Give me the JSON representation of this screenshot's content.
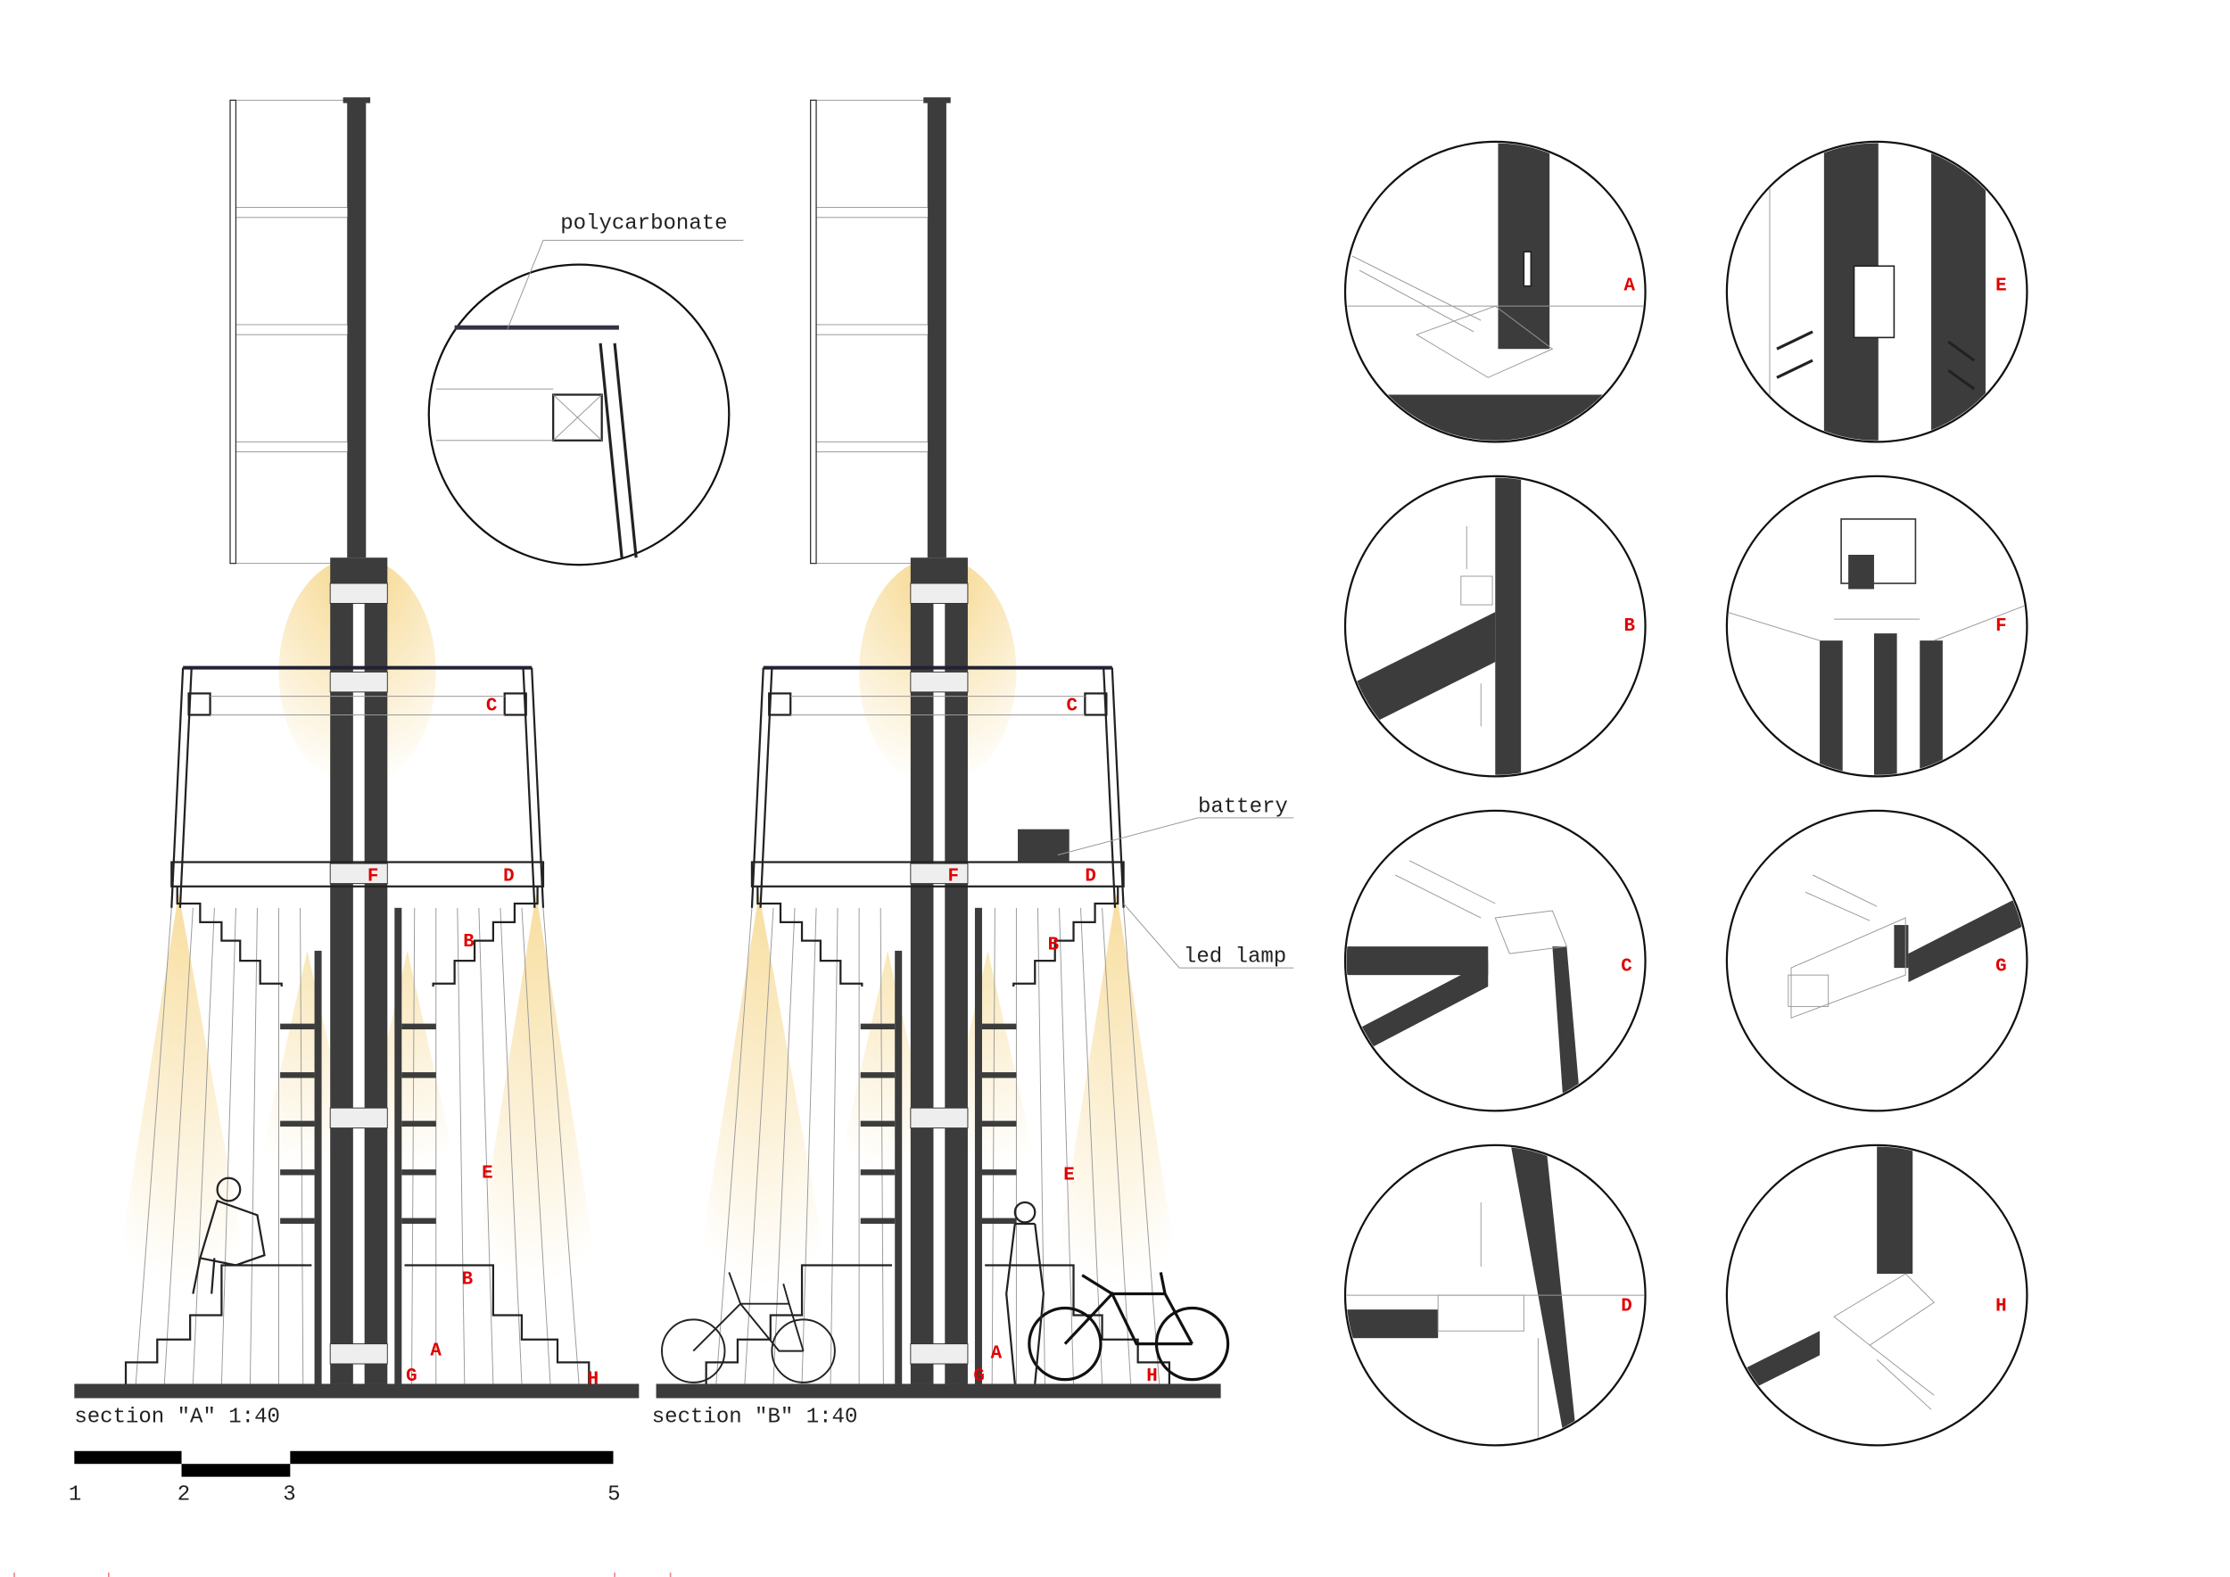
{
  "sections": [
    {
      "title": "section \"A\" 1:40"
    },
    {
      "title": "section \"B\" 1:40"
    }
  ],
  "annotations": {
    "polycarbonate": "polycarbonate",
    "battery": "battery",
    "led_lamp": "led lamp"
  },
  "section_markers": [
    "A",
    "B",
    "C",
    "D",
    "E",
    "F",
    "G",
    "H"
  ],
  "scale_bar": {
    "ticks": [
      "1",
      "2",
      "3",
      "5"
    ]
  },
  "details": [
    {
      "label": "A"
    },
    {
      "label": "E"
    },
    {
      "label": "B"
    },
    {
      "label": "F"
    },
    {
      "label": "C"
    },
    {
      "label": "G"
    },
    {
      "label": "D"
    },
    {
      "label": "H"
    }
  ],
  "colors": {
    "marker": "#e00000",
    "structure": "#3c3c3c",
    "light": "#f5d27a"
  }
}
